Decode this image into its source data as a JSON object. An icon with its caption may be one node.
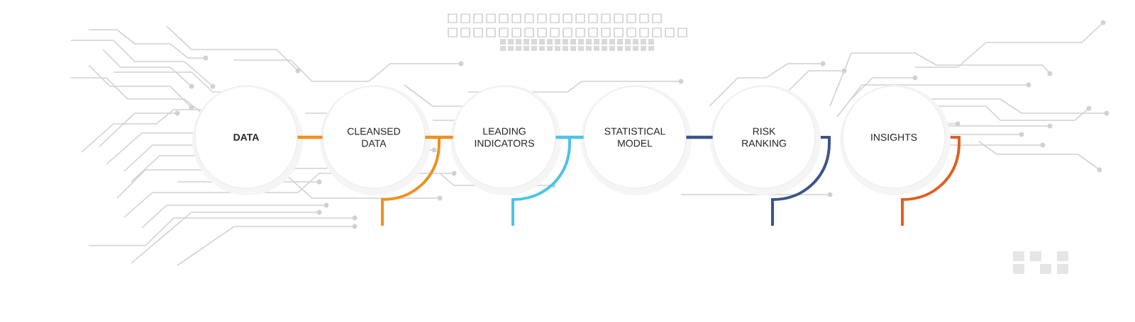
{
  "diagram": {
    "nodes": [
      {
        "text": [
          "DATA"
        ]
      },
      {
        "text": [
          "CLEANSED DATA"
        ]
      },
      {
        "text": [
          "LEADING INDICATORS"
        ]
      },
      {
        "text": [
          "STATISTICAL MODEL"
        ]
      },
      {
        "text": [
          "RISK RANKING"
        ]
      },
      {
        "text": [
          "INSIGHTS"
        ]
      }
    ],
    "edges": [
      {
        "from": 0,
        "to": 1,
        "arrow": "none",
        "color": "#f0901e"
      },
      {
        "from": 1,
        "to": 2,
        "arrow": "none",
        "color": "#f0901e"
      },
      {
        "from": 2,
        "to": 3,
        "arrow": "none",
        "color": "#4cc3e8"
      },
      {
        "from": 3,
        "to": 4,
        "arrow": "none",
        "color": "#3d5488"
      }
    ]
  }
}
